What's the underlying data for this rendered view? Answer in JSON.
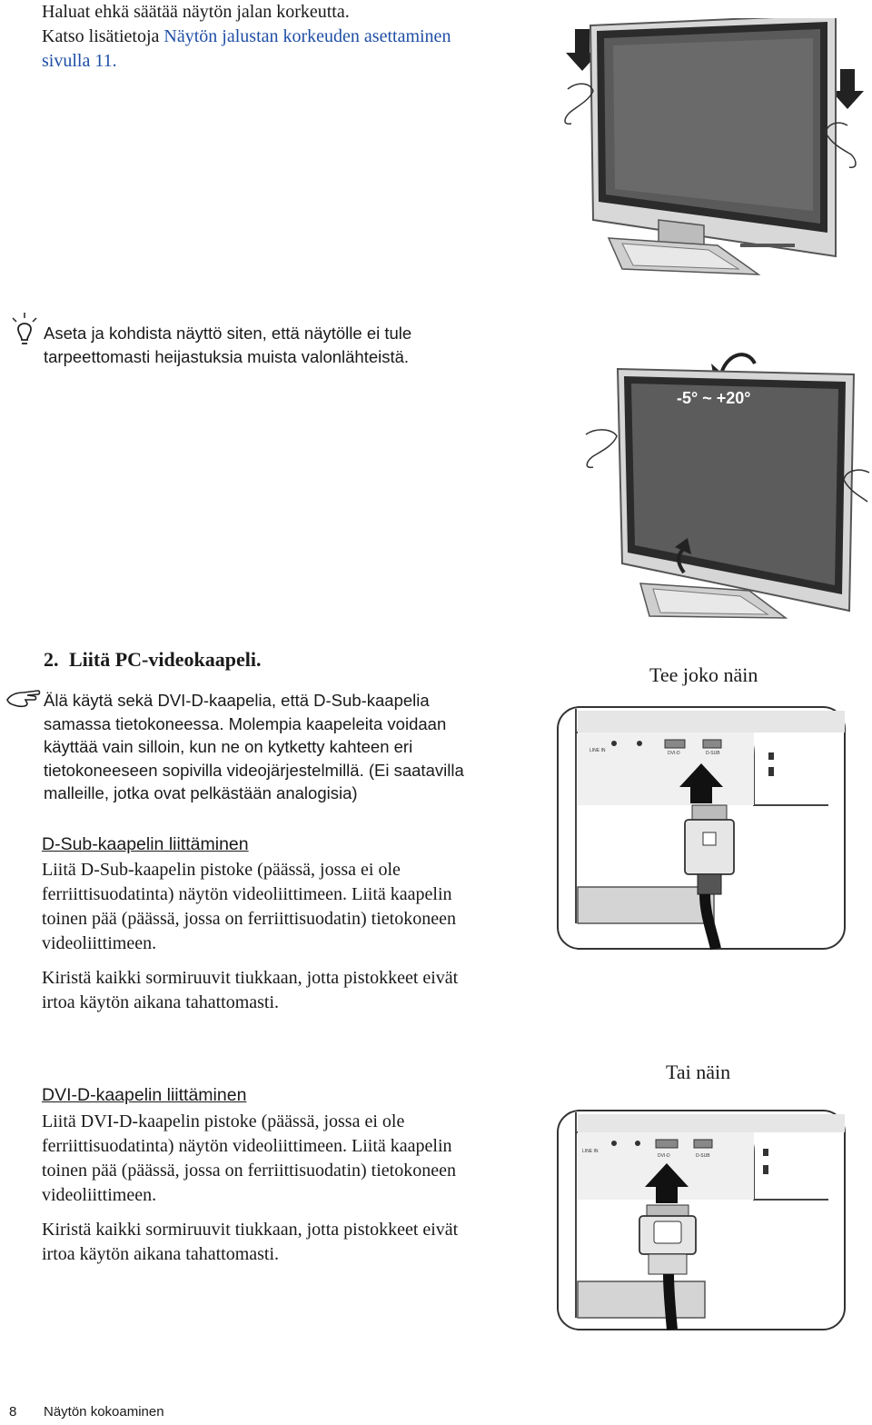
{
  "intro": {
    "line1": "Haluat ehkä säätää näytön jalan korkeutta.",
    "line2_prefix": "Katso lisätietoja ",
    "line2_link": "Näytön jalustan korkeuden asettaminen",
    "line3_link": "sivulla 11."
  },
  "tip": {
    "line1": "Aseta ja kohdista näyttö siten, että näytölle ei tule",
    "line2": "tarpeettomasti heijastuksia muista valonlähteistä."
  },
  "tilt_label": "-5° ~ +20°",
  "step2": {
    "number": "2.",
    "title": "Liitä PC-videokaapeli."
  },
  "note": {
    "lines": [
      "Älä käytä sekä DVI-D-kaapelia, että D-Sub-kaapelia",
      "samassa tietokoneessa. Molempia kaapeleita voidaan",
      "käyttää vain silloin, kun ne on kytketty kahteen eri",
      "tietokoneeseen sopivilla videojärjestelmillä. (Ei saatavilla",
      "malleille, jotka ovat pelkästään analogisia)"
    ]
  },
  "dsub": {
    "heading": "D-Sub-kaapelin liittäminen",
    "para1": [
      "Liitä D-Sub-kaapelin pistoke (päässä, jossa ei ole",
      "ferriittisuodatinta) näytön videoliittimeen. Liitä kaapelin",
      "toinen pää (päässä, jossa on ferriittisuodatin) tietokoneen",
      "videoliittimeen."
    ],
    "para2": [
      "Kiristä kaikki sormiruuvit tiukkaan, jotta pistokkeet eivät",
      "irtoa käytön aikana tahattomasti."
    ],
    "caption": "Tee joko näin",
    "port_labels": {
      "line_in": "LINE IN",
      "dvi": "DVI-D",
      "dsub": "D-SUB"
    }
  },
  "dvi": {
    "heading": "DVI-D-kaapelin liittäminen",
    "para1": [
      "Liitä DVI-D-kaapelin pistoke (päässä, jossa ei ole",
      "ferriittisuodatinta) näytön videoliittimeen. Liitä kaapelin",
      "toinen pää (päässä, jossa on ferriittisuodatin) tietokoneen",
      "videoliittimeen."
    ],
    "para2": [
      "Kiristä kaikki sormiruuvit tiukkaan, jotta pistokkeet eivät",
      "irtoa käytön aikana tahattomasti."
    ],
    "caption": "Tai näin",
    "port_labels": {
      "line_in": "LINE IN",
      "dvi": "DVI-D",
      "dsub": "D-SUB"
    }
  },
  "footer": {
    "page_number": "8",
    "section": "Näytön kokoaminen"
  },
  "colors": {
    "link": "#1f4fa6",
    "text": "#1a1a1a"
  }
}
